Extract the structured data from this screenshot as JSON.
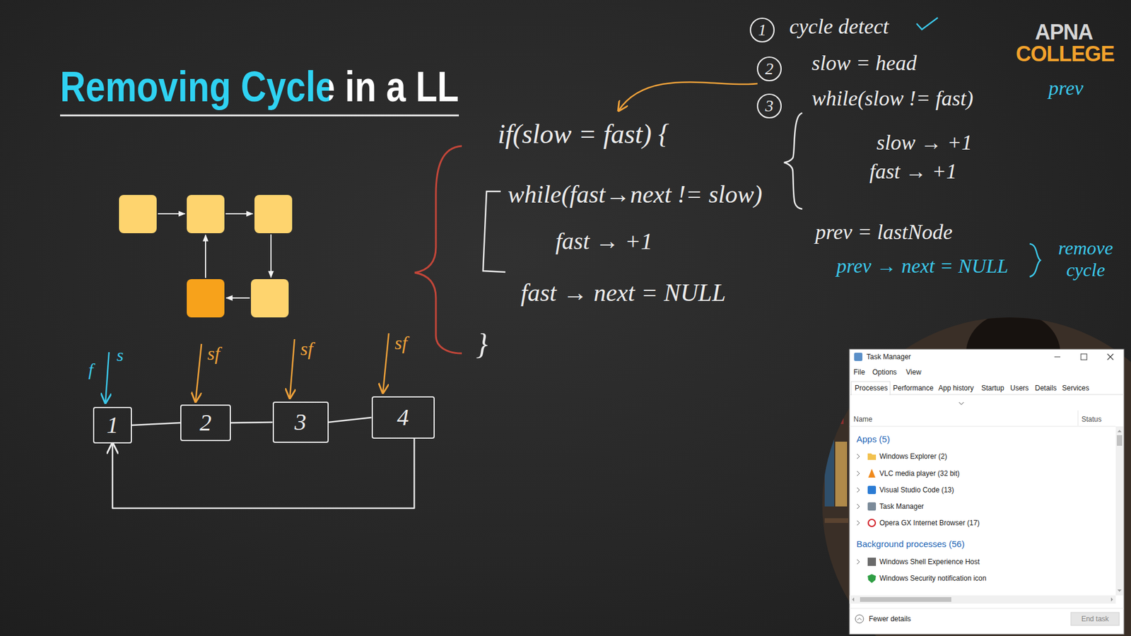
{
  "diagram": {
    "title": "Removing Cycle in a LL",
    "nodes": [
      {
        "text": [
          "1"
        ]
      },
      {
        "text": [
          "2"
        ]
      },
      {
        "text": [
          "3"
        ]
      },
      {
        "text": [
          "4"
        ]
      },
      {
        "text": [
          "Task Manager",
          "File",
          "Options",
          "View",
          "Processes",
          "Performance",
          "App history",
          "Startup",
          "Users",
          "Details",
          "Services",
          "Name",
          "Status",
          "Apps (5)",
          "Windows Explorer (2)",
          "VLC media player (32 bit)",
          "Visual Studio Code (13)",
          "Task Manager",
          "Opera GX Internet Browser (17)",
          "Background processes (56)",
          "Windows Shell Experience Host",
          "Windows Security notification icon",
          "Fewer details",
          "End task"
        ]
      }
    ],
    "edges": [
      {
        "from": 0,
        "to": 1,
        "arrow": "none"
      },
      {
        "from": 1,
        "to": 2,
        "arrow": "none"
      },
      {
        "from": 2,
        "to": 3,
        "arrow": "none"
      },
      {
        "from": 3,
        "to": 0,
        "arrow": "to"
      }
    ],
    "labels": [
      "1",
      "cycle detect",
      "2",
      "slow = head",
      "3",
      "while(slow != fast)",
      "slow → +1",
      "fast → +1",
      "prev",
      "if(slow = fast) {",
      "while(fast→next != slow)",
      "fast → +1",
      "fast → next = NULL",
      "}",
      "prev = lastNode",
      "prev → next = NULL",
      "remove cycle",
      "f",
      "s",
      "sf",
      "sf",
      "sf",
      "APNA",
      "COLLEGE"
    ]
  }
}
